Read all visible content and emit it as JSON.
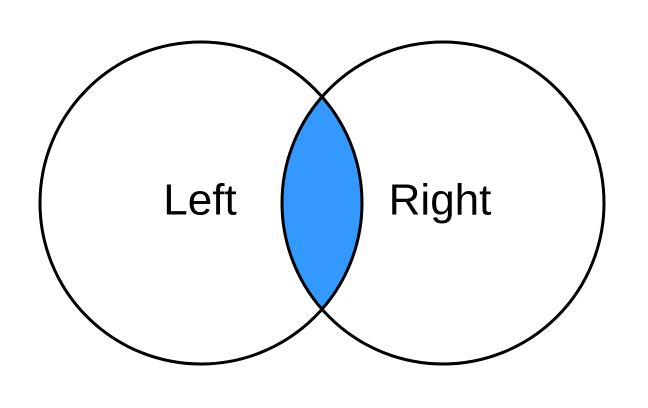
{
  "diagram": {
    "type": "venn",
    "sets": [
      {
        "label": "Left"
      },
      {
        "label": "Right"
      }
    ],
    "highlight": "intersection",
    "colors": {
      "highlight_fill": "#3399ff",
      "stroke": "#000000",
      "background": "#ffffff"
    }
  }
}
